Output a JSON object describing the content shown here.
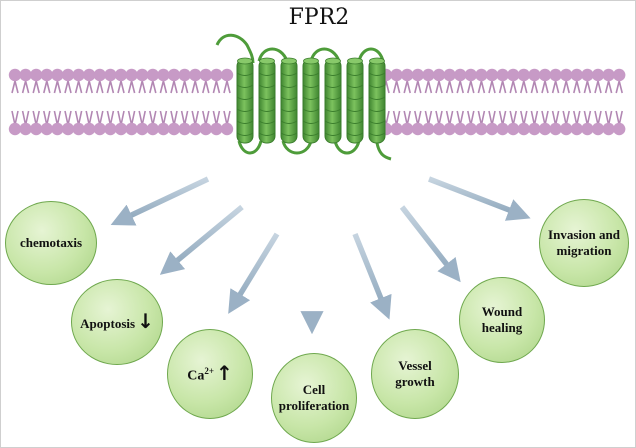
{
  "title": "FPR2",
  "outcomes": {
    "chemotaxis": "chemotaxis",
    "apoptosis": "Apoptosis",
    "apoptosis_arrow": "↓",
    "calcium": "Ca",
    "calcium_sup": "2+",
    "calcium_arrow": "↑",
    "cell_proliferation": [
      "Cell",
      "proliferation"
    ],
    "vessel_growth": [
      "Vessel",
      "growth"
    ],
    "wound_healing": [
      "Wound",
      "healing"
    ],
    "invasion_migration": [
      "Invasion and",
      "migration"
    ]
  },
  "colors": {
    "membrane": "#c79ac6",
    "helix": "#5fae4a",
    "helix_dark": "#3f8530",
    "arrow": "#9fb5c8",
    "circle": "#c8e6a8"
  }
}
